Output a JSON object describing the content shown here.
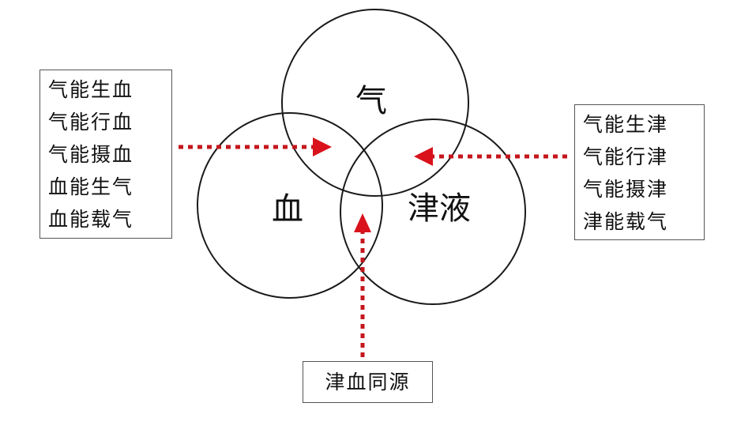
{
  "circles": {
    "qi": "气",
    "blood": "血",
    "fluid": "津液"
  },
  "left_box": {
    "lines": [
      "气能生血",
      "气能行血",
      "气能摄血",
      "血能生气",
      "血能载气"
    ]
  },
  "right_box": {
    "lines": [
      "气能生津",
      "气能行津",
      "气能摄津",
      "津能载气"
    ]
  },
  "bottom_box": {
    "text": "津血同源"
  },
  "colors": {
    "arrow": "#d9121b",
    "circle_stroke": "#1a1a1a",
    "box_border": "#555555"
  }
}
